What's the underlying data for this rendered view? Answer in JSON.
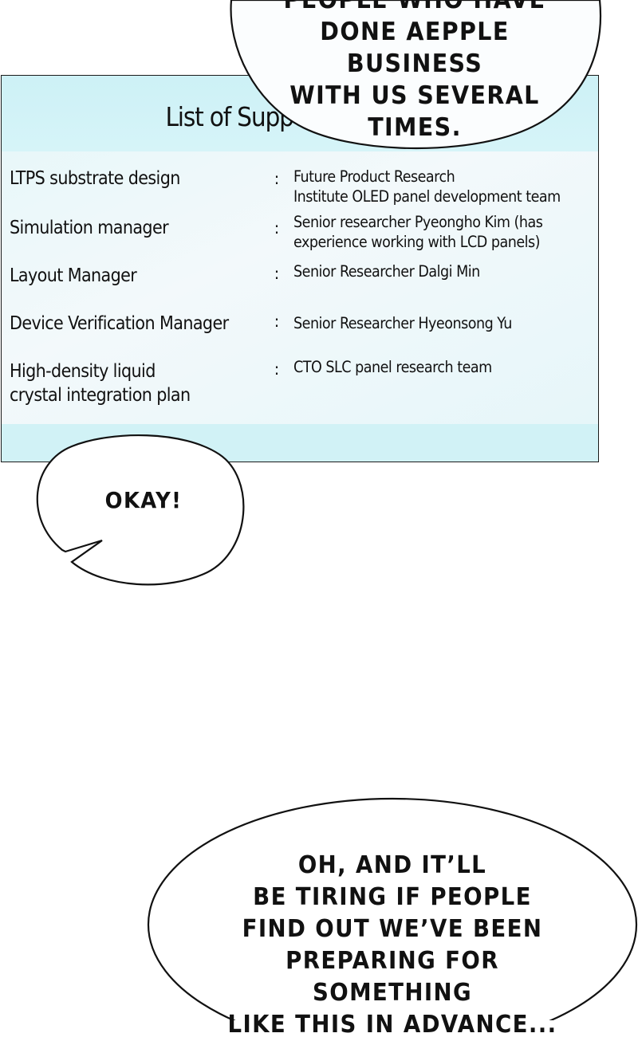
{
  "card": {
    "title": "List of Support Personnel",
    "rows": [
      {
        "label": "LTPS substrate design",
        "separator": ":",
        "value_lines": [
          "Future Product Research",
          "Institute OLED panel development team"
        ]
      },
      {
        "label": "Simulation manager",
        "separator": ":",
        "value_lines": [
          "Senior researcher Pyeongho Kim (has",
          "experience working with LCD panels)"
        ]
      },
      {
        "label": "Layout Manager",
        "separator": ":",
        "value_lines": [
          "Senior Researcher Dalgi Min"
        ]
      },
      {
        "label": "Device Verification Manager",
        "separator": ":",
        "value_lines": [
          "Senior Researcher Hyeonsong Yu"
        ]
      },
      {
        "label_lines": [
          "High-density liquid",
          "crystal integration plan"
        ],
        "separator": ":",
        "value_lines": [
          "CTO SLC panel research team"
        ]
      }
    ]
  },
  "bubbles": {
    "top": {
      "lines": [
        "PEOPLE WHO HAVE",
        "DONE AEPPLE BUSINESS",
        "WITH US SEVERAL",
        "TIMES."
      ]
    },
    "middle": {
      "lines": [
        "OKAY!"
      ]
    },
    "bottom": {
      "lines": [
        "OH, AND IT’LL",
        "BE TIRING IF PEOPLE",
        "FIND OUT WE’VE BEEN",
        "PREPARING FOR SOMETHING",
        "LIKE THIS IN ADVANCE..."
      ]
    }
  },
  "colors": {
    "card_bg": "#d4f3f7",
    "card_body_bg": "#eef8fa",
    "ink": "#111111"
  }
}
